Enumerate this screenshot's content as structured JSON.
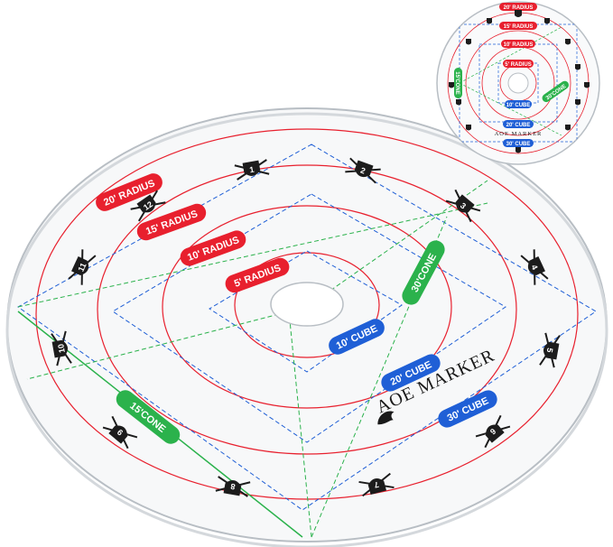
{
  "colors": {
    "radius": "#e8202e",
    "cube": "#1f5fd6",
    "cone": "#2bb24c",
    "outline": "#9aa3ad",
    "badge": "#1c1c1c"
  },
  "brand": "AOE MARKER",
  "radius_labels": [
    "20' RADIUS",
    "15' RADIUS",
    "10' RADIUS",
    "5' RADIUS"
  ],
  "cube_labels": [
    "10' CUBE",
    "20' CUBE",
    "30' CUBE"
  ],
  "cone_labels": [
    "30'CONE",
    "15'CONE"
  ],
  "clock_numbers": [
    "1",
    "2",
    "3",
    "4",
    "5",
    "6",
    "7",
    "8",
    "9",
    "10",
    "11",
    "12"
  ],
  "inset": {
    "radius_labels": [
      "20' RADIUS",
      "15' RADIUS",
      "10' RADIUS",
      "5' RADIUS"
    ],
    "cube_labels": [
      "10' CUBE",
      "20' CUBE",
      "30' CUBE"
    ],
    "cone_labels": [
      "15'CONE",
      "30'CONE"
    ],
    "brand": "AOE MARKER"
  }
}
